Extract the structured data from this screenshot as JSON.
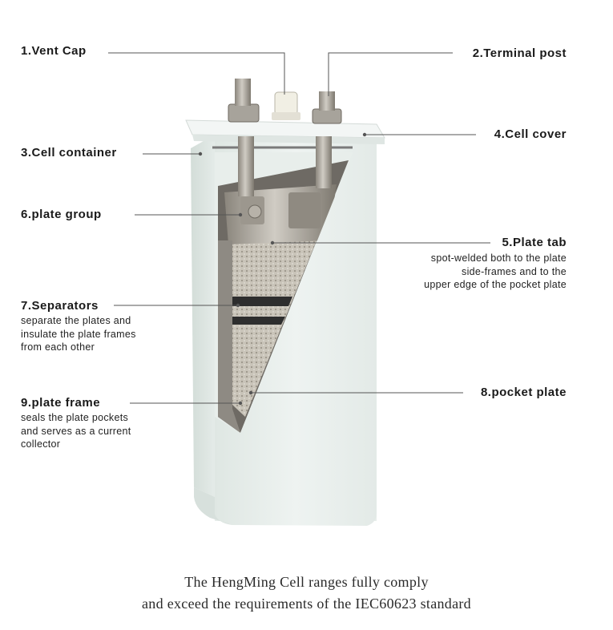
{
  "labels": {
    "vent_cap": "1.Vent  Cap",
    "terminal_post": "2.Terminal post",
    "cell_container": "3.Cell container",
    "cell_cover": "4.Cell cover",
    "plate_tab": "5.Plate tab",
    "plate_tab_desc": [
      "spot-welded both to the plate",
      "side-frames and to the",
      "upper edge of the pocket plate"
    ],
    "plate_group": "6.plate group",
    "separators": "7.Separators",
    "separators_desc": [
      "separate the plates and",
      "insulate the plate frames",
      "from each other"
    ],
    "pocket_plate": "8.pocket plate",
    "plate_frame": "9.plate frame",
    "plate_frame_desc": [
      "seals the plate pockets",
      "and serves as a current",
      "collector"
    ]
  },
  "caption": [
    "The HengMing Cell ranges fully comply",
    "and exceed the requirements of the IEC60623 standard"
  ],
  "colors": {
    "container": "#e6ece9",
    "metal": "#a9a49c",
    "leader": "#555555",
    "text": "#1a1a1a"
  }
}
